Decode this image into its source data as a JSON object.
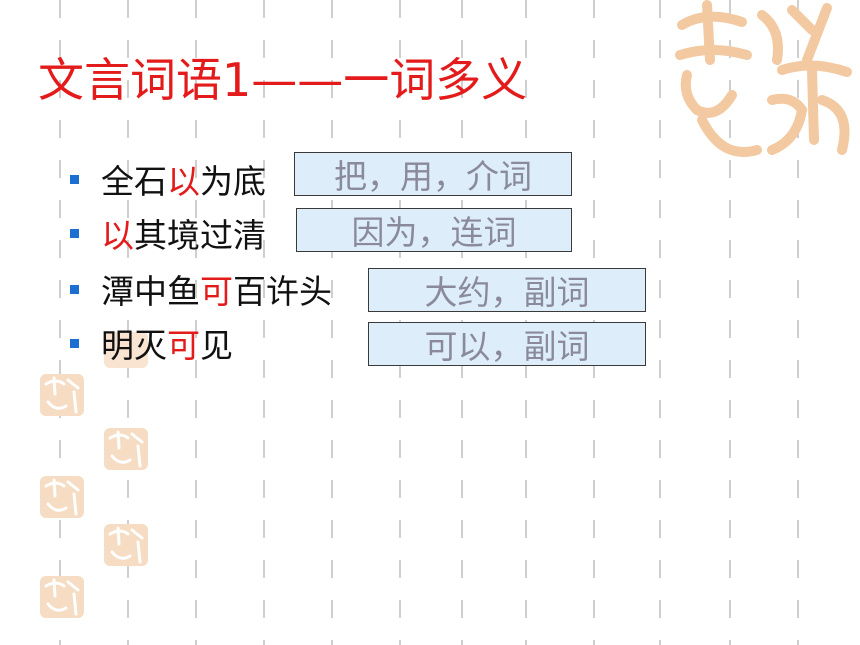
{
  "slide": {
    "title": "文言词语1——一词多义",
    "items": [
      {
        "before": "全石",
        "highlight": "以",
        "after": "为底",
        "answer": "把，用，介词"
      },
      {
        "before": "",
        "highlight": "以",
        "after": "其境过清",
        "answer": "因为，连词"
      },
      {
        "before": "潭中鱼",
        "highlight": "可",
        "after": "百许头",
        "answer": "大约，副词"
      },
      {
        "before": "明灭",
        "highlight": "可",
        "after": "见",
        "answer": "可以，副词"
      }
    ]
  },
  "decor": {
    "seal_text": "吉祥如意",
    "seal_color": "#f2c9a0",
    "grid_color": "#c8c8c8",
    "bullet_color": "#1a6fd0",
    "highlight_color": "#e31b1b"
  }
}
